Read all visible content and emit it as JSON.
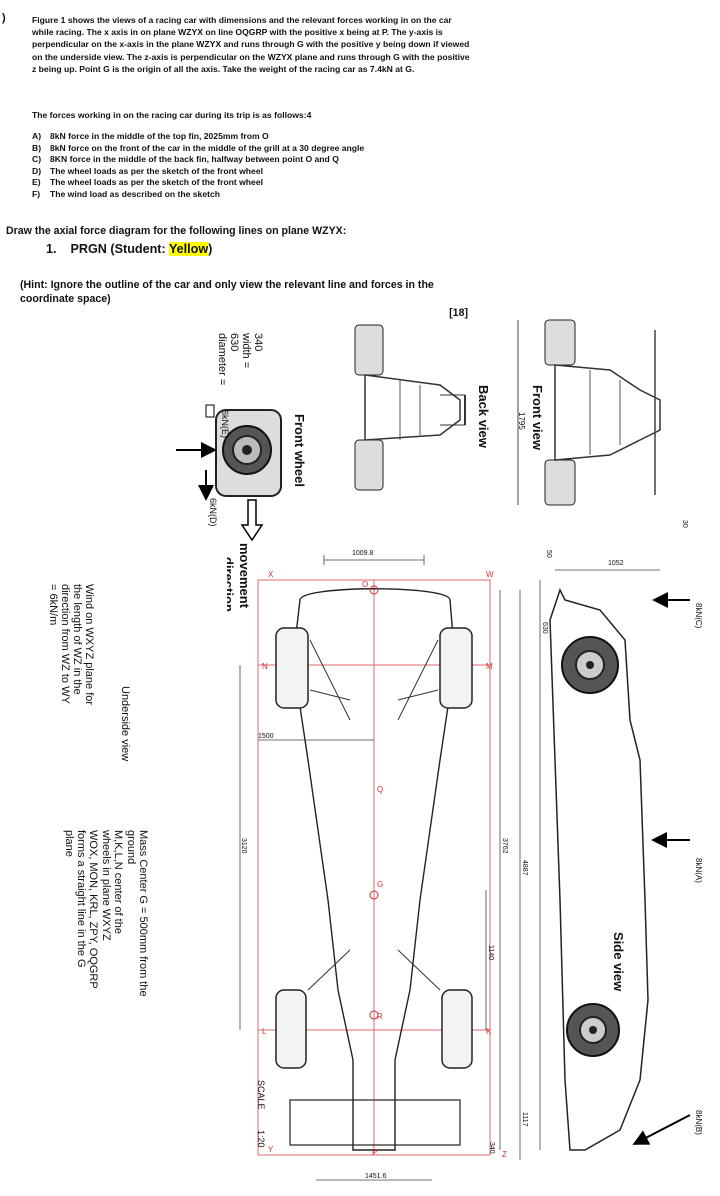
{
  "question_marker": ")",
  "intro": "Figure 1 shows the views of a racing car with dimensions and the relevant forces working in on the car while racing. The x axis in on plane WZYX on line OQGRP with the positive x being at P. The y-axis is perpendicular on the x-axis in the plane WZYX and runs through G with the positive y being down if viewed on the underside view. The z-axis is perpendicular on the WZYX plane and runs through G with the positive z being up. Point G is the origin of all the axis. Take the weight of the racing car as 7.4kN at G.",
  "forces_heading": "The forces working in on the racing car during its trip is as follows:4",
  "forces": [
    {
      "label": "A)",
      "text": "8kN force in the middle of the top fin, 2025mm from O"
    },
    {
      "label": "B)",
      "text": "8kN force on the front of the car in the middle of the grill at a 30 degree angle"
    },
    {
      "label": "C)",
      "text": "8KN force in the middle of the back fin, halfway between point O and Q"
    },
    {
      "label": "D)",
      "text": "The wheel loads as per the sketch of the front wheel"
    },
    {
      "label": "E)",
      "text": "The wheel loads as per the sketch of the front wheel"
    },
    {
      "label": "F)",
      "text": "The wind load as described on the sketch"
    }
  ],
  "task": "Draw the axial force diagram for the following lines on plane WZYX:",
  "subtask": {
    "number": "1.",
    "text": "PRGN (Student: ",
    "highlight": "Yellow",
    "close": ")"
  },
  "hint": "(Hint: Ignore the outline of the car and only view the relevant line and forces in the coordinate space)",
  "marks": "[18]",
  "figure": {
    "wheel_specs": [
      "diameter =",
      "630",
      "width =",
      "340"
    ],
    "front_wheel_title": "Front wheel",
    "force_e": "6kN(E)",
    "force_d": "6kN(D)",
    "movement": "movement",
    "direction": "direction",
    "back_view": "Back view",
    "front_view": "Front view",
    "front_view_dim": "1795",
    "wind_note": [
      "Wind on WXYZ plane for",
      "the length of WZ in the",
      "direction from WZ to WY",
      "= 6kN/m"
    ],
    "underside_view": "Underside view",
    "mass_notes": [
      "Mass Center G = 500mm from the",
      "ground",
      "M,K,L,N center of the",
      "wheels in plane WXYZ",
      "WOX, MON, KRL, ZPY, OQGRP",
      "forms a straight line in the G",
      "plane"
    ],
    "side_view": "Side view",
    "dims": {
      "d1009": "1009.8",
      "d1052": "1052",
      "d50": "50",
      "d630": "630",
      "d30": "30",
      "d1500": "1500",
      "d3120": "3120",
      "d3762": "3762",
      "d4887": "4887",
      "d1140": "1140",
      "d1117": "1117",
      "d340": "340",
      "d1451": "1451.6"
    },
    "points": {
      "X": "X",
      "O": "O",
      "W": "W",
      "N": "N",
      "M": "M",
      "G": "G",
      "Q": "Q",
      "R": "R",
      "L": "L",
      "K": "K",
      "Y": "Y",
      "P": "P",
      "Z": "Z"
    },
    "scale": "SCALE",
    "scale_value": "1:20",
    "force_c": "8kN(C)",
    "force_a": "8kN(A)",
    "force_b": "8kN(B)"
  }
}
